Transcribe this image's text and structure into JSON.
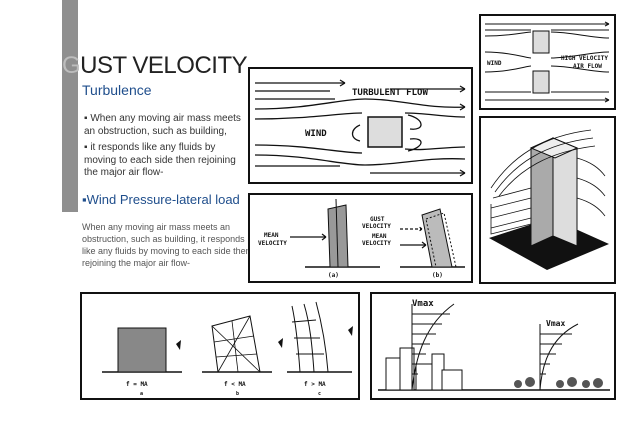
{
  "slide": {
    "title_first": "G",
    "title_rest": "UST VELOCITY",
    "turbulence_heading": "Turbulence",
    "bullet1": "▪ When any moving air mass meets an obstruction, such as building,",
    "bullet2": "▪ it responds like any fluids by moving to each side then rejoining the major air flow-",
    "wind_heading": "▪Wind Pressure-lateral load",
    "wind_text": "When any moving air mass meets an obstruction, such as building, it responds like any fluids by moving to each side then rejoining the major air flow-"
  },
  "figures": {
    "turbulent": {
      "title": "TURBULENT FLOW",
      "wind": "WIND"
    },
    "high_velocity": {
      "line1": "HIGH VELOCITY",
      "line2": "AIR FLOW",
      "wind": "WIND"
    },
    "gust": {
      "mean1": "MEAN",
      "mean2": "VELOCITY",
      "g1": "GUST",
      "g2": "VELOCITY",
      "m1": "MEAN",
      "m2": "VELOCITY",
      "a": "(a)",
      "b": "(b)"
    },
    "frames": {
      "l1": "f = MA",
      "l2": "f < MA",
      "l3": "f > MA",
      "s1": "a",
      "s2": "b",
      "s3": "c"
    },
    "profile": {
      "vmax1": "Vmax",
      "vmax2": "Vmax"
    }
  }
}
